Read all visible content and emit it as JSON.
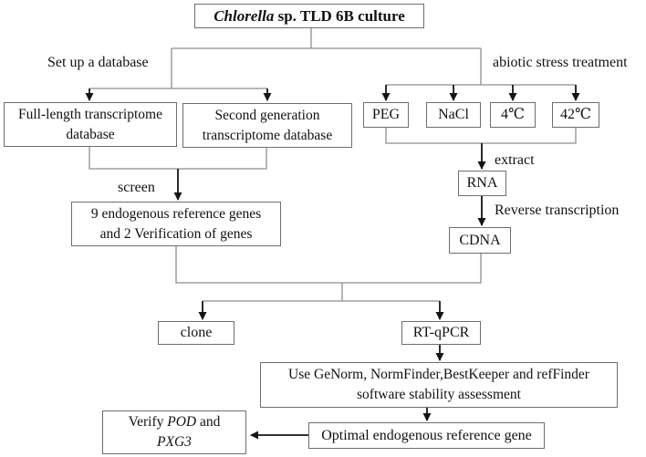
{
  "colors": {
    "background": "#ffffff",
    "box_border": "#6e6e6e",
    "connector_gray": "#8e8e8e",
    "arrow_black": "#151515",
    "text": "#111111"
  },
  "nodes": {
    "culture": {
      "species": "Chlorella",
      "rest": "sp. TLD 6B culture"
    },
    "full_length": {
      "line1": "Full-length transcriptome",
      "line2": "database"
    },
    "second_gen": {
      "line1": "Second generation",
      "line2": "transcriptome database"
    },
    "peg": {
      "label": "PEG"
    },
    "nacl": {
      "label": "NaCl"
    },
    "cold": {
      "label": "4℃"
    },
    "heat": {
      "label": "42℃"
    },
    "nine_genes": {
      "line1": "9 endogenous reference genes",
      "line2": "and 2 Verification of genes"
    },
    "rna": {
      "label": "RNA"
    },
    "cdna": {
      "label": "CDNA"
    },
    "clone": {
      "label": "clone"
    },
    "rt_qpcr": {
      "label": "RT-qPCR"
    },
    "software": {
      "line1": "Use GeNorm, NormFinder,BestKeeper and refFinder",
      "line2": "software stability assessment"
    },
    "optimal": {
      "label": "Optimal endogenous reference gene"
    },
    "verify": {
      "word": "Verify",
      "gene1": "POD",
      "conj": "and",
      "gene2": "PXG3"
    }
  },
  "edge_labels": {
    "left_branch": "Set up a database",
    "right_branch": "abiotic stress treatment",
    "screen": "screen",
    "extract": "extract",
    "reverse_transcription": "Reverse transcription"
  }
}
